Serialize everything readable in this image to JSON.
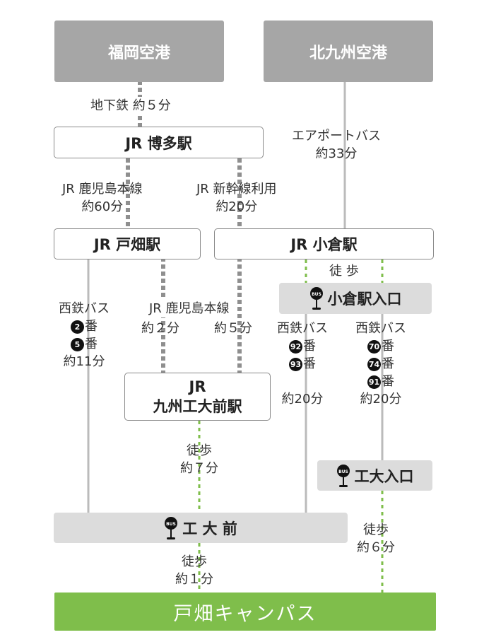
{
  "airports": {
    "fukuoka": "福岡空港",
    "kitakyushu": "北九州空港"
  },
  "stations": {
    "hakata": "JR 博多駅",
    "tobata": "JR 戸畑駅",
    "kokura": "JR 小倉駅",
    "kyushu_kodai_mae_line1": "JR",
    "kyushu_kodai_mae_line2": "九州工大前駅"
  },
  "bus_stops": {
    "kokura_eki_iriguchi": "小倉駅入口",
    "kodai_iriguchi": "工大入口",
    "kodai_mae": "工 大 前"
  },
  "campus": "戸畑キャンパス",
  "routes": {
    "fukuoka_subway": "地下鉄 約５分",
    "airport_bus_line1": "エアポートバス",
    "airport_bus_line2": "約33分",
    "kagoshima_line1": "JR 鹿児島本線",
    "kagoshima_line2": "約60分",
    "shinkansen_line1": "JR 新幹線利用",
    "shinkansen_line2": "約20分",
    "walk_kokura": "徒 歩",
    "nishitetsu_left_label": "西鉄バス",
    "nishitetsu_left_bus1": "番",
    "nishitetsu_left_bus1_num": "2",
    "nishitetsu_left_bus2": "番",
    "nishitetsu_left_bus2_num": "5",
    "nishitetsu_left_time": "約11分",
    "kagoshima_mid_label": "JR 鹿児島本線",
    "kagoshima_mid_time1": "約２分",
    "kagoshima_mid_time2": "約５分",
    "nishitetsu_mid_label": "西鉄バス",
    "nishitetsu_mid_bus1_num": "92",
    "nishitetsu_mid_bus1": "番",
    "nishitetsu_mid_bus2_num": "93",
    "nishitetsu_mid_bus2": "番",
    "nishitetsu_mid_time": "約20分",
    "nishitetsu_right_label": "西鉄バス",
    "nishitetsu_right_bus1_num": "70",
    "nishitetsu_right_bus1": "番",
    "nishitetsu_right_bus2_num": "74",
    "nishitetsu_right_bus2": "番",
    "nishitetsu_right_bus3_num": "91",
    "nishitetsu_right_bus3": "番",
    "nishitetsu_right_time": "約20分",
    "walk_kodai_mae_line1": "徒歩",
    "walk_kodai_mae_line2": "約７分",
    "walk_kodai_iriguchi_line1": "徒歩",
    "walk_kodai_iriguchi_line2": "約６分",
    "walk_campus_line1": "徒歩",
    "walk_campus_line2": "約１分"
  },
  "colors": {
    "airport": "#a6a6a6",
    "bus_stop": "#dcdcdc",
    "campus": "#7fbe4b",
    "walk_line": "#7fbe4b",
    "bus_line": "#bbbbbb",
    "rail_line": "#999999"
  }
}
